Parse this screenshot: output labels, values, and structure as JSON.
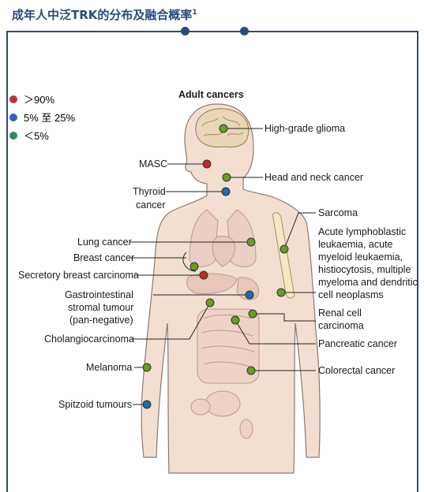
{
  "title": "成年人中泛TRK的分布及融合概率",
  "title_superscript": "1",
  "legend": [
    {
      "label": "＞90%",
      "color": "#b8353a"
    },
    {
      "label": "5% 至 25%",
      "color": "#2f64b0"
    },
    {
      "label": "＜5%",
      "color": "#2e8a5e"
    }
  ],
  "diagram": {
    "heading": "Adult cancers",
    "left_labels": {
      "masc": "MASC",
      "thyroid": [
        "Thyroid",
        "cancer"
      ],
      "lung": "Lung cancer",
      "breast": "Breast cancer",
      "secretory": "Secretory breast carcinoma",
      "gist": [
        "Gastrointestinal",
        "stromal tumour",
        "(pan-negative)"
      ],
      "cholangio": "Cholangiocarcinoma",
      "melanoma": "Melanoma",
      "spitzoid": "Spitzoid tumours"
    },
    "right_labels": {
      "glioma": "High-grade glioma",
      "head_neck": "Head and neck cancer",
      "sarcoma": "Sarcoma",
      "leukaemia": [
        "Acute lymphoblastic",
        "leukaemia, acute",
        "myeloid leukaemia,",
        "histiocytosis, multiple",
        "myeloma and dendritic",
        "cell neoplasms"
      ],
      "renal": [
        "Renal cell",
        "carcinoma"
      ],
      "pancreatic": "Pancreatic cancer",
      "colorectal": "Colorectal cancer"
    }
  },
  "colors": {
    "brand": "#2c4a7e",
    "green": "#6a9a2a",
    "red": "#c3262c",
    "blue": "#2467b5",
    "body": "#f2ddd0"
  }
}
